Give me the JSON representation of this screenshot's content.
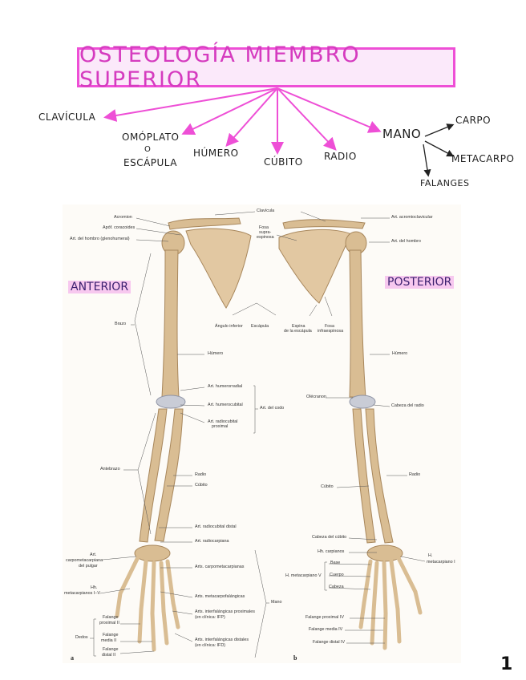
{
  "title": "OSTEOLOGÍA MIEMBRO SUPERIOR",
  "branches": {
    "clavicula": "CLAVÍCULA",
    "omoplato": "OMÓPLATO",
    "omoplato_o": "O",
    "escapula": "ESCÁPULA",
    "humero": "HÚMERO",
    "cubito": "CÚBITO",
    "radio": "RADIO",
    "mano": "MANO",
    "carpo": "CARPO",
    "metacarpo": "METACARPO",
    "falanges": "FALANGES"
  },
  "views": {
    "anterior": "ANTERIOR",
    "posterior": "POSTERIOR"
  },
  "labels_a": {
    "acromion": "Acromion",
    "apof_coracoides": "Apóf. coracoides",
    "art_hombro": "Art. del hombro (glenohumeral)",
    "clavicula": "Clavícula",
    "fosa_supra_1": "Fosa",
    "fosa_supra_2": "supra-",
    "fosa_supra_3": "espinosa",
    "brazo": "Brazo",
    "angulo_inferior": "Ángulo inferior",
    "escapula": "Escápula",
    "espina_1": "Espina",
    "espina_2": "de la escápula",
    "fosa_infra_1": "Fosa",
    "fosa_infra_2": "infraespinosa",
    "humero": "Húmero",
    "art_humerorradial": "Art. humerorradial",
    "art_humerocubital": "Art. humerocubital",
    "art_radiocubital_prox_1": "Art. radiocubital",
    "art_radiocubital_prox_2": "proximal",
    "art_codo": "Art. del codo",
    "antebrazo": "Antebrazo",
    "radio": "Radio",
    "cubito": "Cúbito",
    "art_radiocubital_distal": "Art. radiocubital distal",
    "art_radiocarpiana": "Art. radiocarpiana",
    "art_cmc_pulgar_1": "Art.",
    "art_cmc_pulgar_2": "carpometacarpiana",
    "art_cmc_pulgar_3": "del pulgar",
    "huesos_mtc_1": "Hh.",
    "huesos_mtc_2": "metacarpianos I–V",
    "arts_carpometacarpianas": "Arts. carpometacarpianas",
    "arts_metacarpofalangicas": "Arts. metacarpofalángicas",
    "arts_ifp_1": "Arts. interfalángicas proximales",
    "arts_ifp_2": "(en clínica: IFP)",
    "arts_ifd_1": "Arts. interfalángicas distales",
    "arts_ifd_2": "(en clínica: IFD)",
    "mano": "Mano",
    "dedos": "Dedos",
    "falange_prox_1": "Falange",
    "falange_prox_2": "proximal II",
    "falange_media_1": "Falange",
    "falange_media_2": "media II",
    "falange_distal_1": "Falange",
    "falange_distal_2": "distal II",
    "letter": "a"
  },
  "labels_b": {
    "art_acromioclavicular": "Art. acromioclavicular",
    "art_hombro": "Art. del hombro",
    "humero": "Húmero",
    "olecranon": "Olécranon",
    "cabeza_radio": "Cabeza del radio",
    "radio": "Radio",
    "cubito": "Cúbito",
    "cabeza_cubito": "Cabeza del cúbito",
    "hh_carpianos": "Hh. carpianos",
    "h_metacarpiano_1": "H.",
    "h_metacarpiano_2": "metacarpiano I",
    "hh_metacarpianos_v": "H. metacarpiano V",
    "base": "Base",
    "cuerpo": "Cuerpo",
    "cabeza": "Cabeza",
    "falange_proximal_iv": "Falange proximal IV",
    "falange_media_iv": "Falange media IV",
    "falange_distal_iv": "Falange distal IV",
    "letter": "b"
  },
  "page_number": "1",
  "colors": {
    "pink": "#ee4fd6",
    "bone": "#d9bd93",
    "bone_dark": "#a8875c",
    "cartilage": "#c9ccd6"
  }
}
